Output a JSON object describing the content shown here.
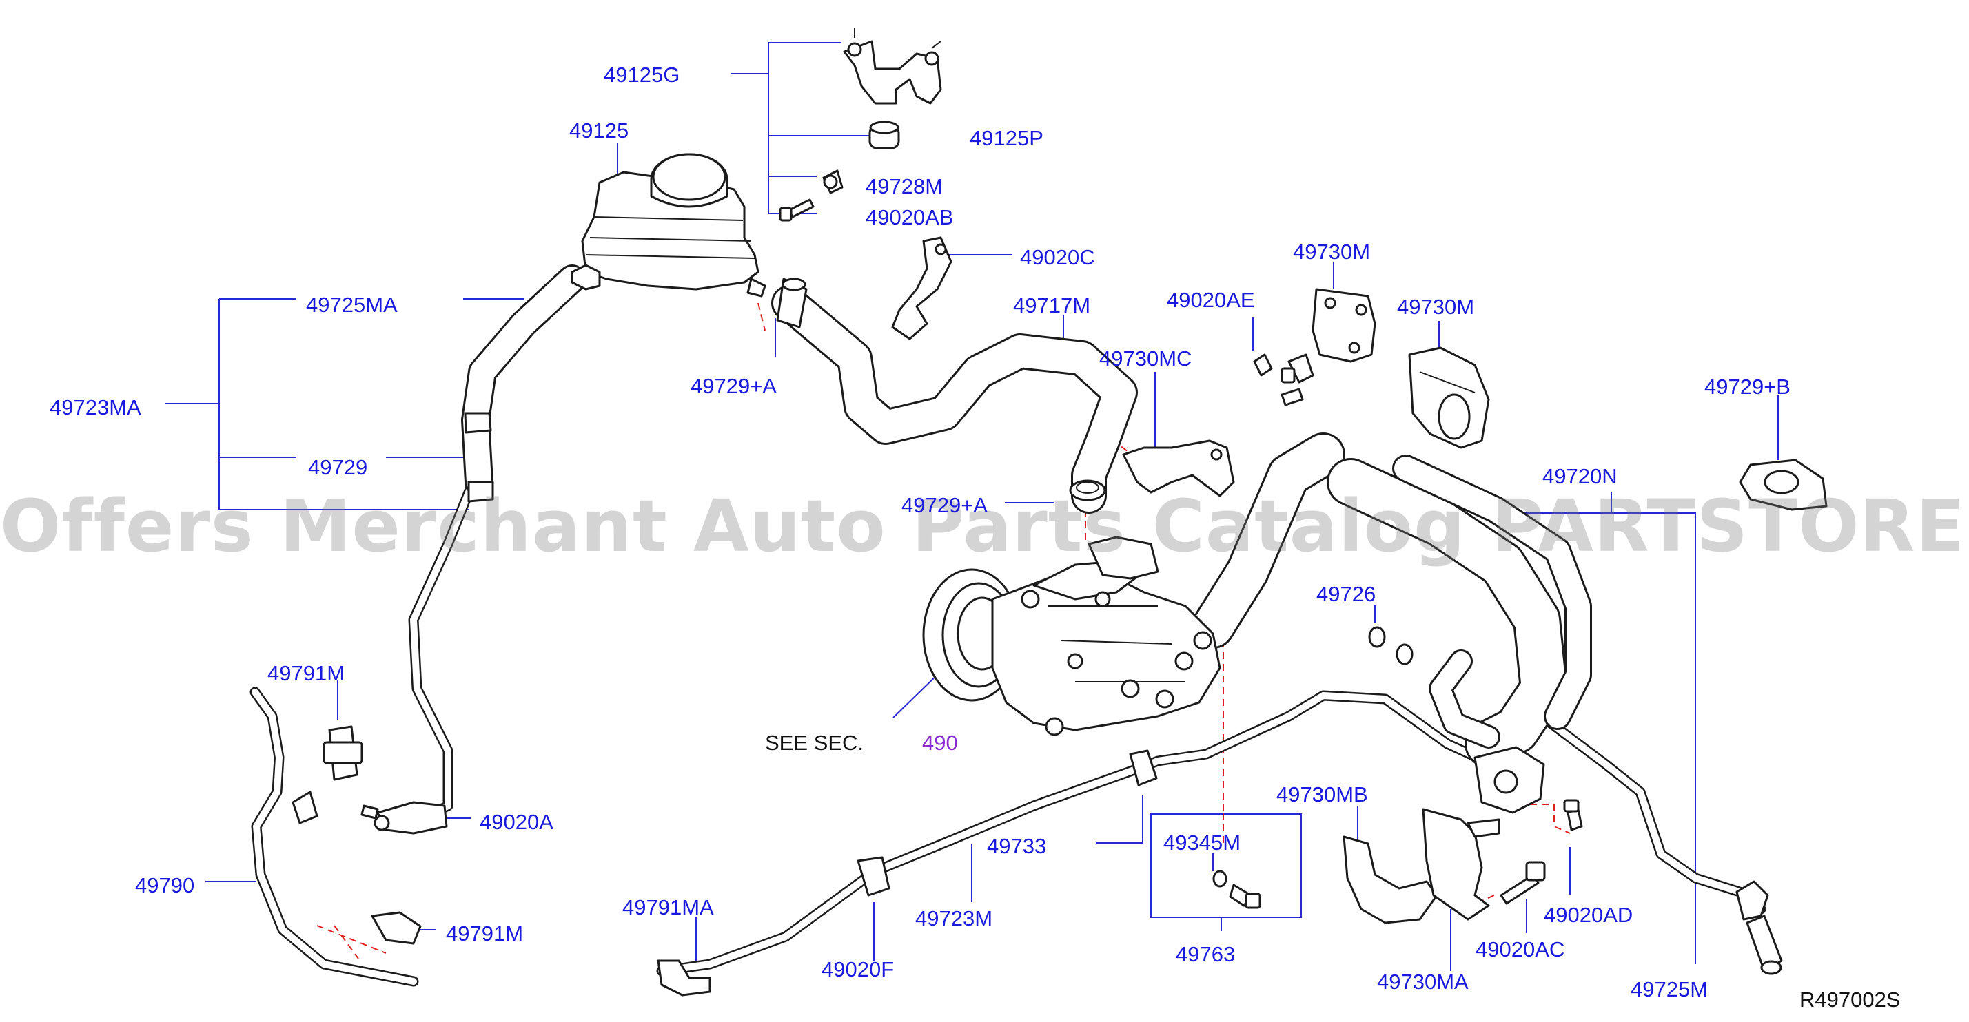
{
  "diagram": {
    "labels": [
      {
        "id": "49125G",
        "text": "49125G"
      },
      {
        "id": "49125",
        "text": "49125"
      },
      {
        "id": "49125P",
        "text": "49125P"
      },
      {
        "id": "49728M",
        "text": "49728M"
      },
      {
        "id": "49020AB",
        "text": "49020AB"
      },
      {
        "id": "49020C",
        "text": "49020C"
      },
      {
        "id": "49725MA",
        "text": "49725MA"
      },
      {
        "id": "49717M",
        "text": "49717M"
      },
      {
        "id": "49020AE",
        "text": "49020AE"
      },
      {
        "id": "49730M-1",
        "text": "49730M"
      },
      {
        "id": "49730M-2",
        "text": "49730M"
      },
      {
        "id": "49723MA",
        "text": "49723MA"
      },
      {
        "id": "49729+A-1",
        "text": "49729+A"
      },
      {
        "id": "49730MC",
        "text": "49730MC"
      },
      {
        "id": "49729+B",
        "text": "49729+B"
      },
      {
        "id": "49729",
        "text": "49729"
      },
      {
        "id": "49720N",
        "text": "49720N"
      },
      {
        "id": "49729+A-2",
        "text": "49729+A"
      },
      {
        "id": "49726",
        "text": "49726"
      },
      {
        "id": "49791M-1",
        "text": "49791M"
      },
      {
        "id": "49020A",
        "text": "49020A"
      },
      {
        "id": "49730MB",
        "text": "49730MB"
      },
      {
        "id": "49345M",
        "text": "49345M"
      },
      {
        "id": "49733",
        "text": "49733"
      },
      {
        "id": "49790",
        "text": "49790"
      },
      {
        "id": "49791MA",
        "text": "49791MA"
      },
      {
        "id": "49723M",
        "text": "49723M"
      },
      {
        "id": "49020AD",
        "text": "49020AD"
      },
      {
        "id": "49791M-2",
        "text": "49791M"
      },
      {
        "id": "49020AC",
        "text": "49020AC"
      },
      {
        "id": "49763",
        "text": "49763"
      },
      {
        "id": "49020F",
        "text": "49020F"
      },
      {
        "id": "49730MA",
        "text": "49730MA"
      },
      {
        "id": "49725M",
        "text": "49725M"
      }
    ],
    "see_text": "SEE   SEC.",
    "see_ref": "490",
    "figure_code": "R497002S",
    "watermark": "Offers Merchant Auto Parts Catalog PARTSTORE.SA"
  },
  "colors": {
    "label": "#1a1adf",
    "reference": "#8a2bd2",
    "line": "#1b1b1b",
    "dash": "#e02020",
    "watermark": "#8a8a8a"
  }
}
